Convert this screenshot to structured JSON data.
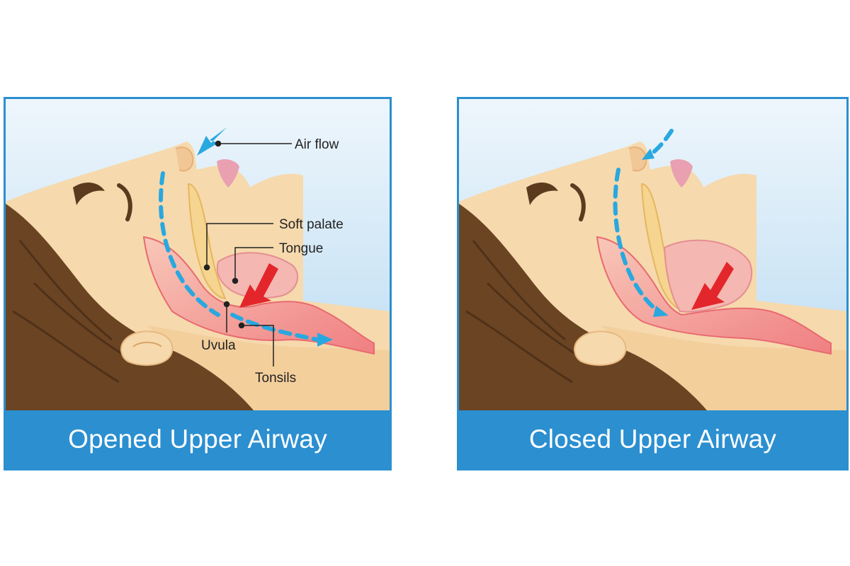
{
  "panels": [
    {
      "caption": "Opened Upper Airway",
      "labels": {
        "air_flow": "Air flow",
        "soft_palate": "Soft palate",
        "tongue": "Tongue",
        "uvula": "Uvula",
        "tonsils": "Tonsils"
      }
    },
    {
      "caption": "Closed Upper Airway"
    }
  ],
  "colors": {
    "frame_blue": "#2b8fd0",
    "sky": "#cfe6f5",
    "skin": "#f6d9ad",
    "hair": "#6b4423",
    "airway": "#f28b8b",
    "flow_arrow": "#29a8e0",
    "pressure_arrow": "#e3262b"
  }
}
